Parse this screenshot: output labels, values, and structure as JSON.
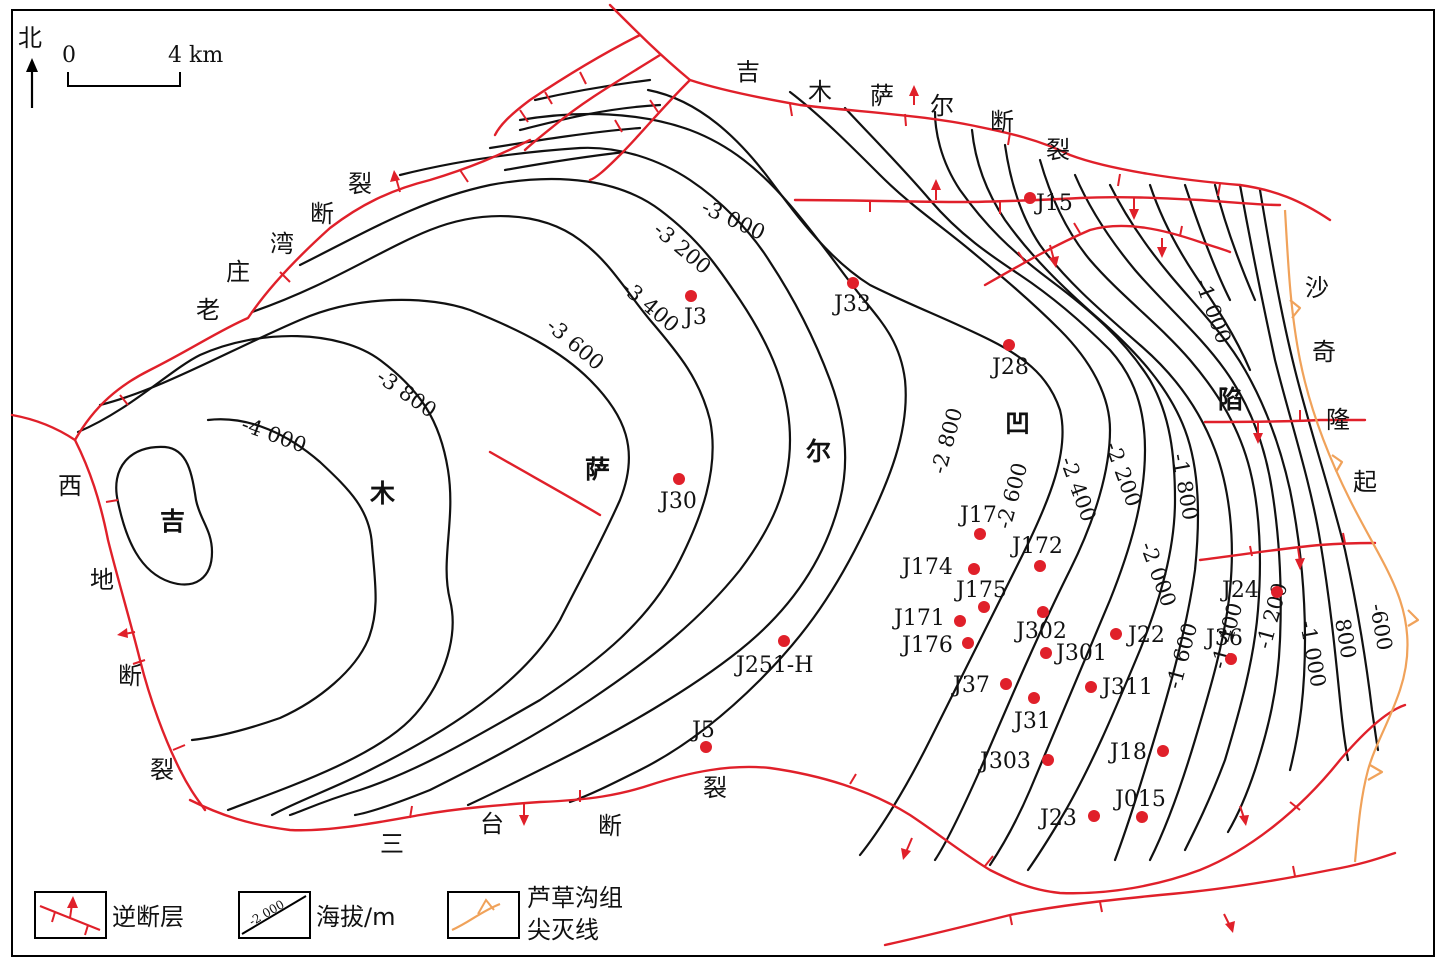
{
  "north_label": "北",
  "scale": {
    "start": "0",
    "end": "4 km"
  },
  "faults": {
    "jimusaer": [
      "吉",
      "木",
      "萨",
      "尔",
      "断",
      "裂"
    ],
    "laozhuangwan": [
      "老",
      "庄",
      "湾",
      "断",
      "裂"
    ],
    "xidi": [
      "西",
      "地",
      "断",
      "裂"
    ],
    "santai": [
      "三",
      "台",
      "断",
      "裂"
    ]
  },
  "uplift": [
    "沙",
    "奇",
    "隆",
    "起"
  ],
  "depression": [
    "吉",
    "木",
    "萨",
    "尔",
    "凹",
    "陷"
  ],
  "contour_labels": [
    "-4 000",
    "-3 800",
    "-3 600",
    "-3 400",
    "-3 200",
    "-3 000",
    "-2 800",
    "-2 600",
    "-2 400",
    "-2 200",
    "-2 000",
    "-1 800",
    "-1 600",
    "-1 400",
    "-1 200",
    "-1 000",
    "-1 000",
    "800",
    "-600"
  ],
  "wells": [
    "J15",
    "J3",
    "J33",
    "J28",
    "J30",
    "J17",
    "J172",
    "J174",
    "J175",
    "J171",
    "J302",
    "J22",
    "J176",
    "J301",
    "J36",
    "J24",
    "J251-H",
    "J37",
    "J311",
    "J31",
    "J5",
    "J18",
    "J303",
    "J015",
    "J23"
  ],
  "legend": {
    "reverse_fault": "逆断层",
    "elevation": "海拔/m",
    "elevation_sample": "-2 000",
    "pinchout_line1": "芦草沟组",
    "pinchout_line2": "尖灭线"
  },
  "colors": {
    "fault": "#e0202a",
    "contour": "#111111",
    "pinchout": "#f0a25a",
    "well": "#e0202a"
  }
}
